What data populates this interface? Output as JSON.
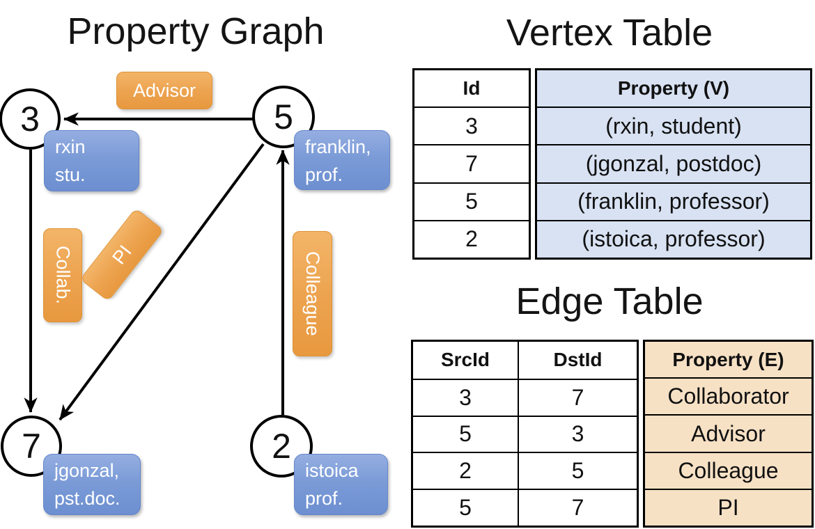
{
  "graph": {
    "title": "Property Graph",
    "nodes": [
      {
        "id": "3",
        "label": "rxin\nstu."
      },
      {
        "id": "5",
        "label": "franklin,\nprof."
      },
      {
        "id": "7",
        "label": "jgonzal,\npst.doc."
      },
      {
        "id": "2",
        "label": "istoica\nprof."
      }
    ],
    "edge_labels": {
      "advisor": "Advisor",
      "collab": "Collab.",
      "pi": "PI",
      "colleague": "Colleague"
    }
  },
  "vertex_table": {
    "title": "Vertex Table",
    "columns": {
      "id": "Id",
      "property": "Property (V)"
    },
    "rows": [
      {
        "id": "3",
        "property": "(rxin, student)"
      },
      {
        "id": "7",
        "property": "(jgonzal, postdoc)"
      },
      {
        "id": "5",
        "property": "(franklin, professor)"
      },
      {
        "id": "2",
        "property": "(istoica, professor)"
      }
    ]
  },
  "edge_table": {
    "title": "Edge Table",
    "columns": {
      "src": "SrcId",
      "dst": "DstId",
      "property": "Property (E)"
    },
    "rows": [
      {
        "src": "3",
        "dst": "7",
        "property": "Collaborator"
      },
      {
        "src": "5",
        "dst": "3",
        "property": "Advisor"
      },
      {
        "src": "2",
        "dst": "5",
        "property": "Colleague"
      },
      {
        "src": "5",
        "dst": "7",
        "property": "PI"
      }
    ]
  },
  "colors": {
    "vertex_box_blue": "#7b9bd7",
    "edge_label_orange": "#eca24e",
    "vertex_table_fill": "#d8e2f3",
    "edge_table_fill": "#f7e1c5",
    "line_black": "#000000"
  }
}
